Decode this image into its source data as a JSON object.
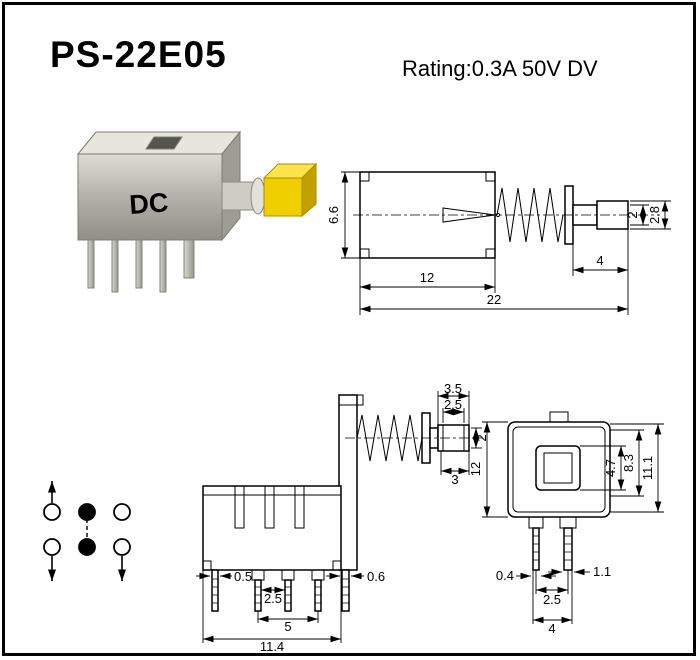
{
  "header": {
    "title": "PS-22E05",
    "rating": "Rating:0.3A 50V DV"
  },
  "photo": {
    "stamp": "DC"
  },
  "colors": {
    "button_yellow": "#f0cf00",
    "metal_gray": "#b6b6ae",
    "line": "#000000",
    "background": "#ffffff"
  },
  "side_view": {
    "dims": {
      "body_height": "6.6",
      "shaft_height": "2",
      "button_height": "2.8",
      "plunger_length": "4",
      "body_length": "12",
      "total_length": "22"
    }
  },
  "front_view": {
    "dims": {
      "cap_outer_width": "3.5",
      "cap_inner_width": "2.5",
      "shaft_height": "2",
      "button_length": "3",
      "pin_width_left": "0.5",
      "pin_pitch": "2.5",
      "pin_span": "5",
      "pin_width_right": "0.6",
      "body_width": "11.4"
    }
  },
  "end_view": {
    "dims": {
      "body_height": "12",
      "hole_height": "4.7",
      "inner_height": "8.3",
      "outer_height": "11.1",
      "pin_width_left": "0.4",
      "pin_width_right": "1.1",
      "pin_pitch": "2.5",
      "pin_span": "4"
    }
  }
}
